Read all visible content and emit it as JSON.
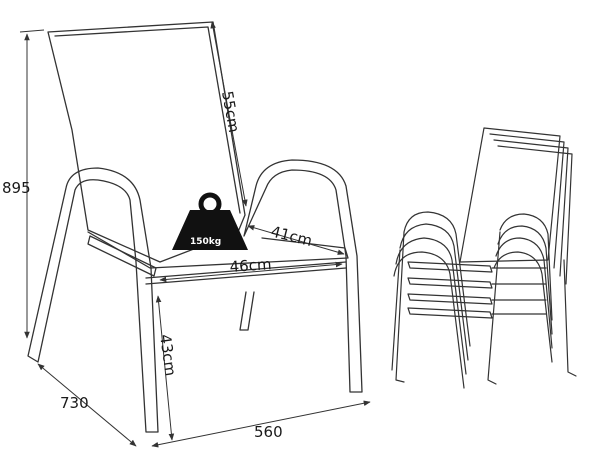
{
  "dimensions": {
    "total_height": "895",
    "depth": "730",
    "width": "560",
    "back_height": "55cm",
    "seat_depth": "41cm",
    "seat_width": "46cm",
    "seat_height": "43cm"
  },
  "load_badge": {
    "label": "150kg"
  },
  "colors": {
    "line": "#333333",
    "weight_fill": "#111111",
    "background": "#ffffff"
  }
}
